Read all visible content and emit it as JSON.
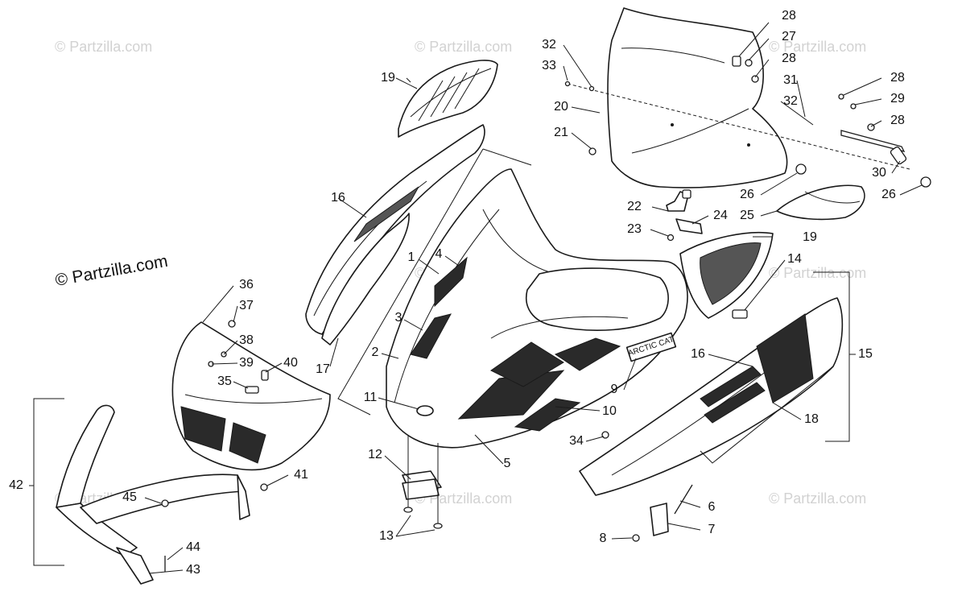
{
  "watermarks": {
    "main": "© Partzilla.com",
    "faint": "© Partzilla.com"
  },
  "callouts": [
    {
      "id": "1",
      "text": "1"
    },
    {
      "id": "2",
      "text": "2"
    },
    {
      "id": "3",
      "text": "3"
    },
    {
      "id": "4",
      "text": "4"
    },
    {
      "id": "5",
      "text": "5"
    },
    {
      "id": "6",
      "text": "6"
    },
    {
      "id": "7",
      "text": "7"
    },
    {
      "id": "8",
      "text": "8"
    },
    {
      "id": "9",
      "text": "9"
    },
    {
      "id": "10",
      "text": "10"
    },
    {
      "id": "11",
      "text": "11"
    },
    {
      "id": "12",
      "text": "12"
    },
    {
      "id": "13",
      "text": "13"
    },
    {
      "id": "14",
      "text": "14"
    },
    {
      "id": "15",
      "text": "15"
    },
    {
      "id": "16a",
      "text": "16"
    },
    {
      "id": "16b",
      "text": "16"
    },
    {
      "id": "17",
      "text": "17"
    },
    {
      "id": "18",
      "text": "18"
    },
    {
      "id": "19a",
      "text": "19"
    },
    {
      "id": "19b",
      "text": "19"
    },
    {
      "id": "20",
      "text": "20"
    },
    {
      "id": "21",
      "text": "21"
    },
    {
      "id": "22",
      "text": "22"
    },
    {
      "id": "23",
      "text": "23"
    },
    {
      "id": "24",
      "text": "24"
    },
    {
      "id": "25",
      "text": "25"
    },
    {
      "id": "26a",
      "text": "26"
    },
    {
      "id": "26b",
      "text": "26"
    },
    {
      "id": "27",
      "text": "27"
    },
    {
      "id": "28a",
      "text": "28"
    },
    {
      "id": "28b",
      "text": "28"
    },
    {
      "id": "28c",
      "text": "28"
    },
    {
      "id": "28d",
      "text": "28"
    },
    {
      "id": "29",
      "text": "29"
    },
    {
      "id": "30",
      "text": "30"
    },
    {
      "id": "31",
      "text": "31"
    },
    {
      "id": "32a",
      "text": "32"
    },
    {
      "id": "32b",
      "text": "32"
    },
    {
      "id": "33",
      "text": "33"
    },
    {
      "id": "34",
      "text": "34"
    },
    {
      "id": "35",
      "text": "35"
    },
    {
      "id": "36",
      "text": "36"
    },
    {
      "id": "37",
      "text": "37"
    },
    {
      "id": "38",
      "text": "38"
    },
    {
      "id": "39",
      "text": "39"
    },
    {
      "id": "40",
      "text": "40"
    },
    {
      "id": "41",
      "text": "41"
    },
    {
      "id": "42",
      "text": "42"
    },
    {
      "id": "43",
      "text": "43"
    },
    {
      "id": "44",
      "text": "44"
    },
    {
      "id": "45",
      "text": "45"
    }
  ],
  "decal_text": "ARCTIC CAT"
}
